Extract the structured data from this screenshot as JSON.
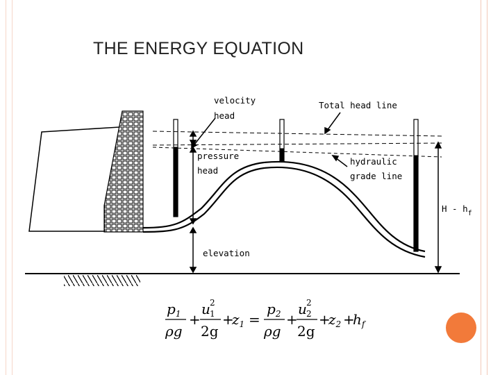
{
  "slide": {
    "title": "THE ENERGY EQUATION"
  },
  "diagram": {
    "labels": {
      "velocity_head_line1": "velocity",
      "velocity_head_line2": "head",
      "total_head_line": "Total head line",
      "pressure_head_line1": "pressure",
      "pressure_head_line2": "head",
      "hydraulic_grade_line1": "hydraulic",
      "hydraulic_grade_line2": "grade line",
      "head_loss": "H -  h",
      "head_loss_sub": "f",
      "elevation": "elevation"
    }
  },
  "equation": {
    "p1": "p",
    "p1_sub": "1",
    "den_rho_g": "ρg",
    "u1": "u",
    "u1_sub": "1",
    "u1_sup": "2",
    "den_2g": "2g",
    "plus": "+",
    "z1": "z",
    "z1_sub": "1",
    "equals": "=",
    "p2": "p",
    "p2_sub": "2",
    "u2": "u",
    "u2_sub": "2",
    "u2_sup": "2",
    "z2": "z",
    "z2_sub": "2",
    "hf": "h",
    "hf_sub": "f"
  },
  "colors": {
    "frame": "#f2c9b8",
    "accent_dot": "#f27a3a"
  }
}
